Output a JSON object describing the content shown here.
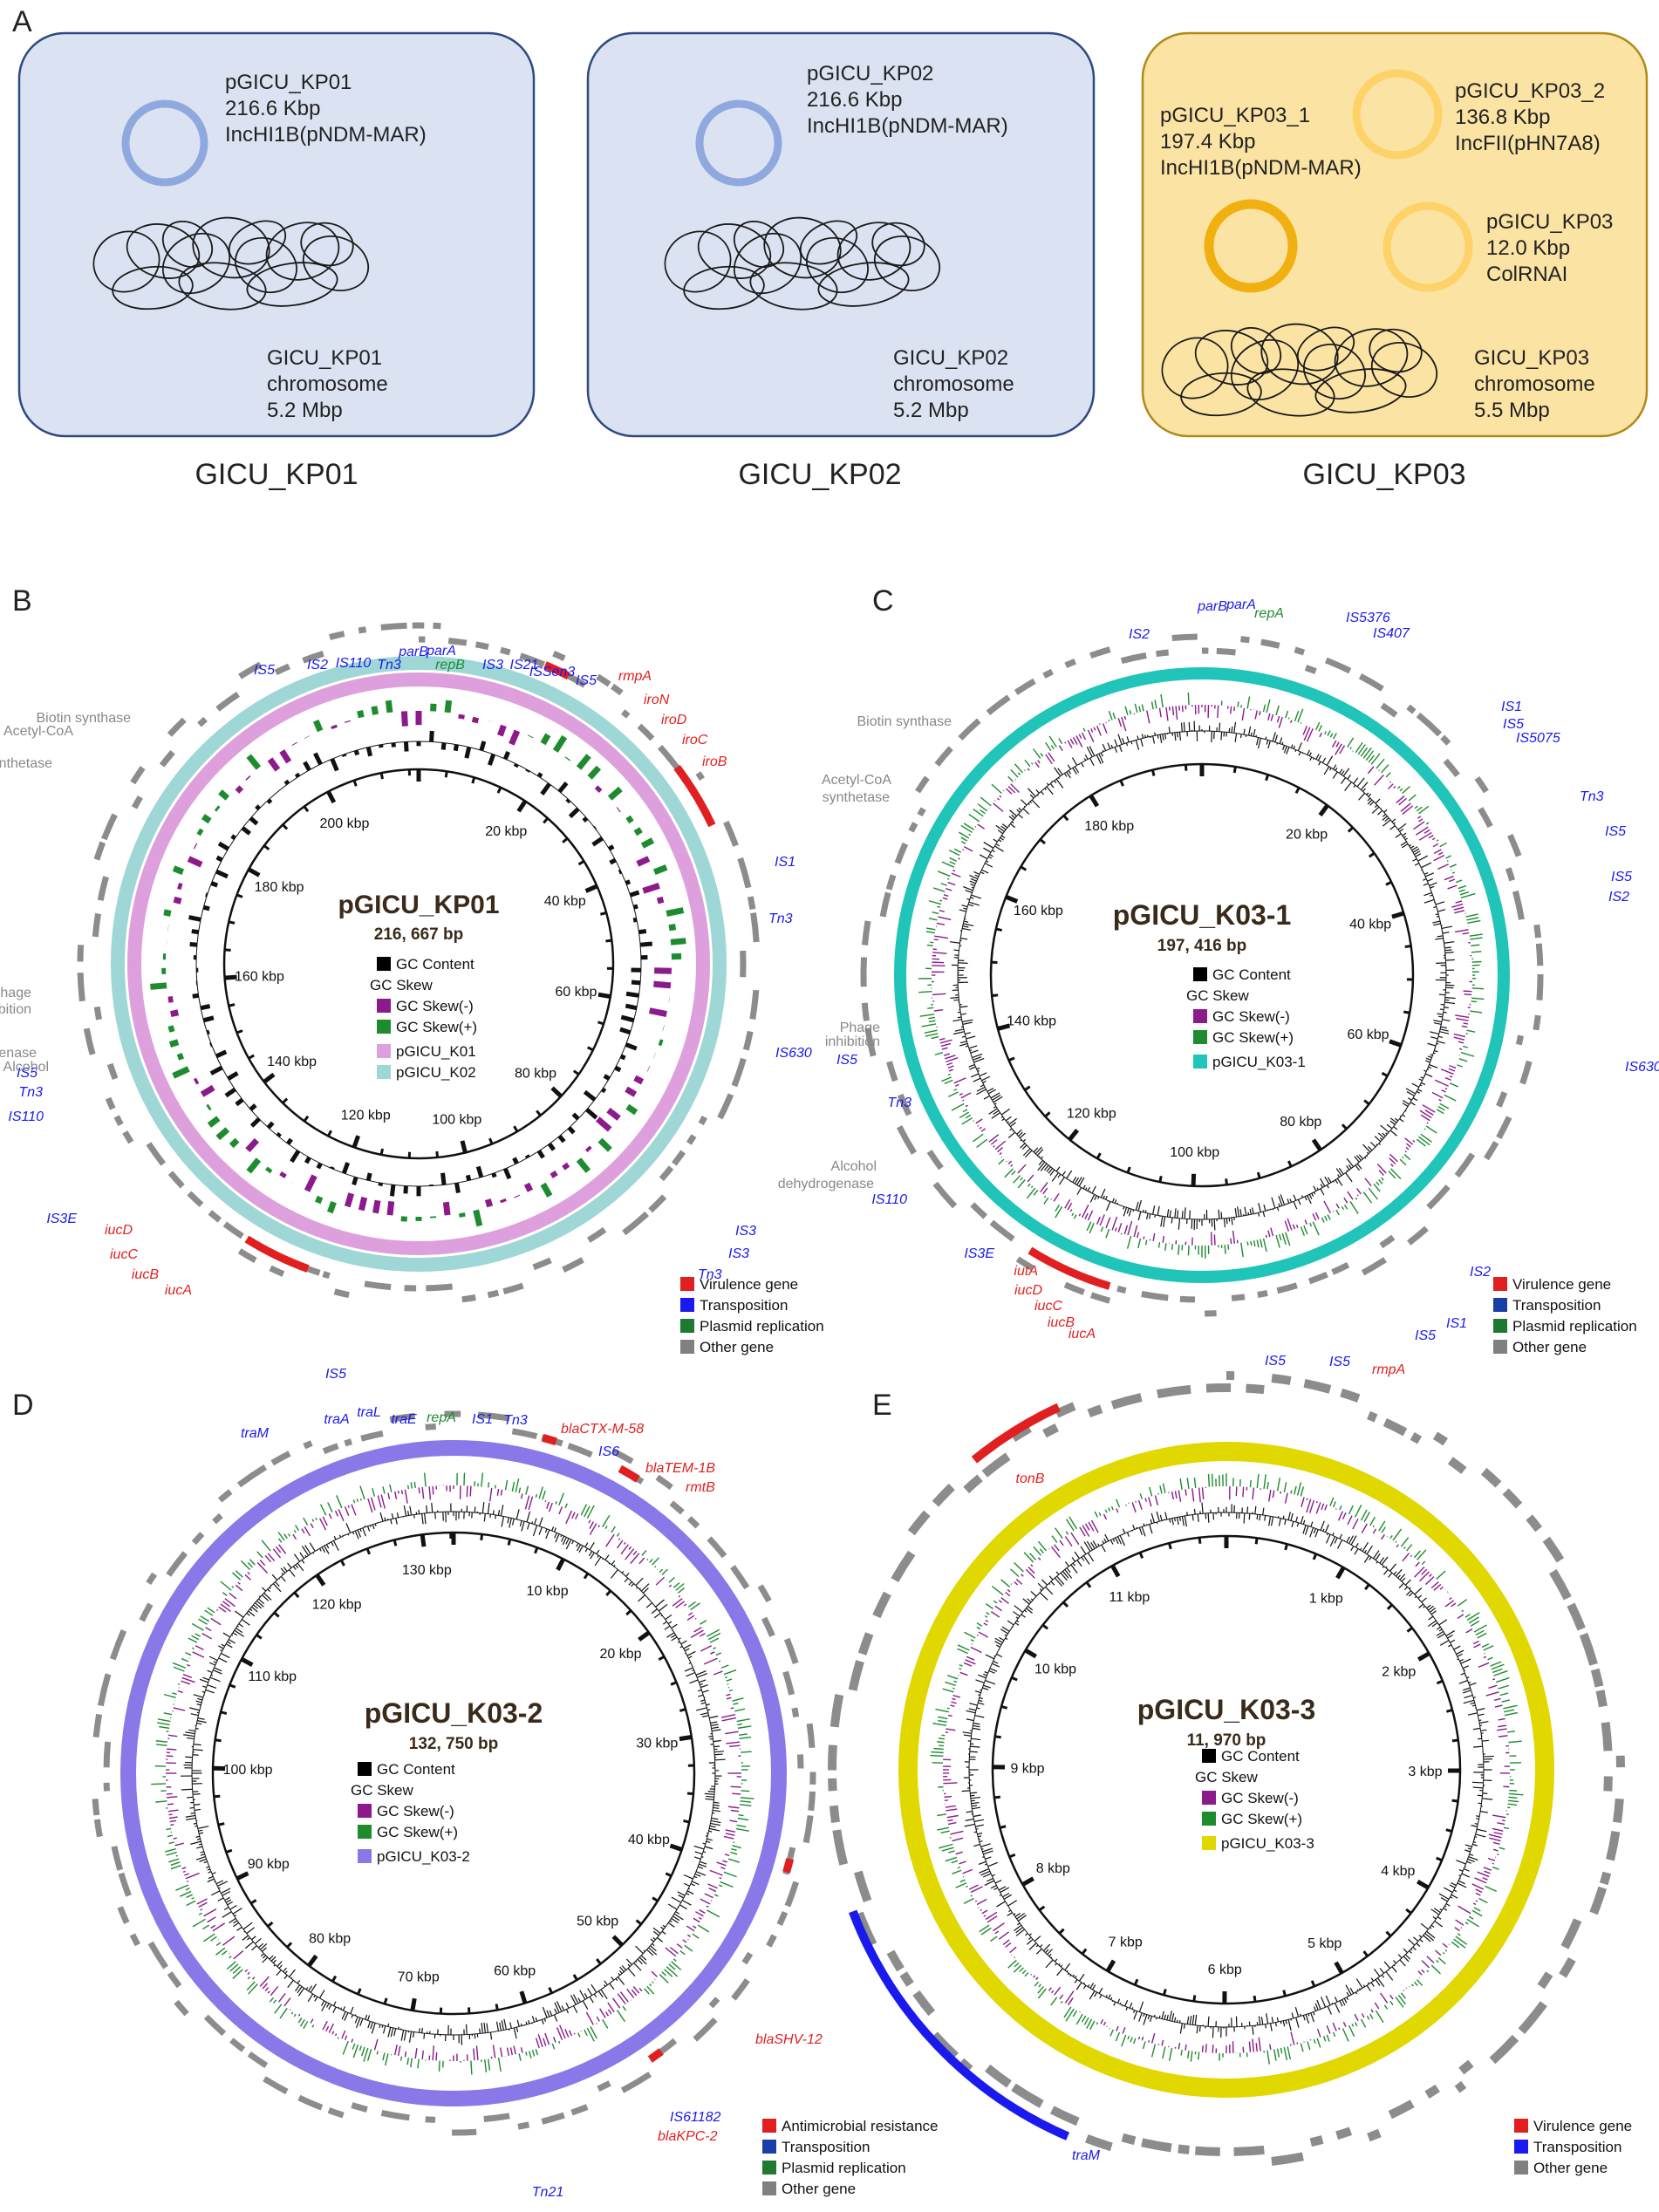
{
  "panel_a": {
    "letter": "A",
    "boxes": [
      {
        "plasmids": [
          {
            "name": "pGICU_KP01",
            "size": "216.6 Kbp",
            "inc": "IncHI1B(pNDM-MAR)"
          }
        ],
        "chromosome": {
          "name": "GICU_KP01",
          "label": "chromosome",
          "size": "5.2 Mbp"
        },
        "caption": "GICU_KP01"
      },
      {
        "plasmids": [
          {
            "name": "pGICU_KP02",
            "size": "216.6 Kbp",
            "inc": "IncHI1B(pNDM-MAR)"
          }
        ],
        "chromosome": {
          "name": "GICU_KP02",
          "label": "chromosome",
          "size": "5.2 Mbp"
        },
        "caption": "GICU_KP02"
      },
      {
        "plasmids": [
          {
            "name": "pGICU_KP03_1",
            "size": "197.4 Kbp",
            "inc": "IncHI1B(pNDM-MAR)"
          },
          {
            "name": "pGICU_KP03_2",
            "size": "136.8 Kbp",
            "inc": "IncFII(pHN7A8)"
          },
          {
            "name": "pGICU_KP03",
            "size": "12.0 Kbp",
            "inc": "ColRNAI"
          }
        ],
        "chromosome": {
          "name": "GICU_KP03",
          "label": "chromosome",
          "size": "5.5 Mbp"
        },
        "caption": "GICU_KP03"
      }
    ]
  },
  "maps": {
    "B": {
      "letter": "B",
      "title": "pGICU_KP01",
      "subtitle": "216, 667 bp",
      "total_kbp": 216.667,
      "tick_labels": [
        "20 kbp",
        "40 kbp",
        "60 kbp",
        "80 kbp",
        "100 kbp",
        "120 kbp",
        "140 kbp",
        "160 kbp",
        "180 kbp",
        "200 kbp"
      ],
      "tick_values": [
        20,
        40,
        60,
        80,
        100,
        120,
        140,
        160,
        180,
        200
      ],
      "legend_items": [
        "GC Content",
        "GC Skew",
        "GC Skew(-)",
        "GC Skew(+)",
        "pGICU_K01",
        "pGICU_K02"
      ],
      "legend_colors": [
        "#000000",
        "none",
        "#8b1a8b",
        "#1e8c2e",
        "#dda0dd",
        "#9fd6d6"
      ],
      "feature_legend": [
        "Virulence gene",
        "Transposition",
        "Plasmid replication",
        "Other gene"
      ],
      "feature_colors": [
        "#e02020",
        "#1a1aee",
        "#1e7a30",
        "#808080"
      ],
      "gene_labels": [
        {
          "text": "IS5",
          "color": "#1a1aee"
        },
        {
          "text": "IS2",
          "color": "#1a1aee"
        },
        {
          "text": "IS110",
          "color": "#1a1aee"
        },
        {
          "text": "Tn3",
          "color": "#1a1aee"
        },
        {
          "text": "parB",
          "color": "#1a1aee"
        },
        {
          "text": "parA",
          "color": "#1a1aee"
        },
        {
          "text": "repB",
          "color": "#1e8c2e"
        },
        {
          "text": "IS3",
          "color": "#1a1aee"
        },
        {
          "text": "IS21",
          "color": "#1a1aee"
        },
        {
          "text": "ISSen3",
          "color": "#1a1aee"
        },
        {
          "text": "IS5",
          "color": "#1a1aee"
        },
        {
          "text": "rmpA",
          "color": "#e02020"
        },
        {
          "text": "iroN",
          "color": "#e02020"
        },
        {
          "text": "iroD",
          "color": "#e02020"
        },
        {
          "text": "iroC",
          "color": "#e02020"
        },
        {
          "text": "iroB",
          "color": "#e02020"
        },
        {
          "text": "IS1",
          "color": "#1a1aee"
        },
        {
          "text": "Tn3",
          "color": "#1a1aee"
        },
        {
          "text": "IS630",
          "color": "#1a1aee"
        },
        {
          "text": "IS3",
          "color": "#1a1aee"
        },
        {
          "text": "IS3",
          "color": "#1a1aee"
        },
        {
          "text": "Tn3",
          "color": "#1a1aee"
        },
        {
          "text": "IS5",
          "color": "#1a1aee"
        },
        {
          "text": "iucA",
          "color": "#e02020"
        },
        {
          "text": "iucB",
          "color": "#e02020"
        },
        {
          "text": "iucC",
          "color": "#e02020"
        },
        {
          "text": "iucD",
          "color": "#e02020"
        },
        {
          "text": "IS3E",
          "color": "#1a1aee"
        },
        {
          "text": "IS110",
          "color": "#1a1aee"
        },
        {
          "text": "Tn3",
          "color": "#1a1aee"
        },
        {
          "text": "IS5",
          "color": "#1a1aee"
        },
        {
          "text": "Alcohol",
          "color": "#888888"
        },
        {
          "text": "dehydrogenase",
          "color": "#888888"
        },
        {
          "text": "Phage",
          "color": "#888888"
        },
        {
          "text": "inhibition",
          "color": "#888888"
        },
        {
          "text": "Acetyl-CoA",
          "color": "#888888"
        },
        {
          "text": "synthetase",
          "color": "#888888"
        },
        {
          "text": "Biotin synthase",
          "color": "#888888"
        }
      ]
    },
    "C": {
      "letter": "C",
      "title": "pGICU_K03-1",
      "subtitle": "197, 416 bp",
      "total_kbp": 197.416,
      "tick_labels": [
        "20 kbp",
        "40 kbp",
        "60 kbp",
        "80 kbp",
        "100 kbp",
        "120 kbp",
        "140 kbp",
        "160 kbp",
        "180 kbp"
      ],
      "tick_values": [
        20,
        40,
        60,
        80,
        100,
        120,
        140,
        160,
        180
      ],
      "legend_items": [
        "GC Content",
        "GC Skew",
        "GC Skew(-)",
        "GC Skew(+)",
        "pGICU_K03-1"
      ],
      "legend_colors": [
        "#000000",
        "none",
        "#8b1a8b",
        "#1e8c2e",
        "#20c4b8"
      ],
      "feature_legend": [
        "Virulence gene",
        "Transposition",
        "Plasmid replication",
        "Other gene"
      ],
      "feature_colors": [
        "#e02020",
        "#1a3ea8",
        "#1e7a30",
        "#808080"
      ],
      "gene_labels": [
        {
          "text": "IS2",
          "color": "#1a1aee"
        },
        {
          "text": "parB",
          "color": "#1a1aee"
        },
        {
          "text": "parA",
          "color": "#1a1aee"
        },
        {
          "text": "repA",
          "color": "#1e8c2e"
        },
        {
          "text": "IS5376",
          "color": "#1a1aee"
        },
        {
          "text": "IS407",
          "color": "#1a1aee"
        },
        {
          "text": "IS1",
          "color": "#1a1aee"
        },
        {
          "text": "IS5",
          "color": "#1a1aee"
        },
        {
          "text": "IS5075",
          "color": "#1a1aee"
        },
        {
          "text": "Tn3",
          "color": "#1a1aee"
        },
        {
          "text": "IS5",
          "color": "#1a1aee"
        },
        {
          "text": "IS5",
          "color": "#1a1aee"
        },
        {
          "text": "IS2",
          "color": "#1a1aee"
        },
        {
          "text": "IS630",
          "color": "#1a1aee"
        },
        {
          "text": "IS2",
          "color": "#1a1aee"
        },
        {
          "text": "IS1",
          "color": "#1a1aee"
        },
        {
          "text": "IS5",
          "color": "#1a1aee"
        },
        {
          "text": "rmpA",
          "color": "#e02020"
        },
        {
          "text": "IS5",
          "color": "#1a1aee"
        },
        {
          "text": "IS5",
          "color": "#1a1aee"
        },
        {
          "text": "iucA",
          "color": "#e02020"
        },
        {
          "text": "iucB",
          "color": "#e02020"
        },
        {
          "text": "iucC",
          "color": "#e02020"
        },
        {
          "text": "iucD",
          "color": "#e02020"
        },
        {
          "text": "iutA",
          "color": "#e02020"
        },
        {
          "text": "IS3E",
          "color": "#1a1aee"
        },
        {
          "text": "IS110",
          "color": "#1a1aee"
        },
        {
          "text": "Alcohol",
          "color": "#888888"
        },
        {
          "text": "dehydrogenase",
          "color": "#888888"
        },
        {
          "text": "Tn3",
          "color": "#1a1aee"
        },
        {
          "text": "IS5",
          "color": "#1a1aee"
        },
        {
          "text": "Phage",
          "color": "#888888"
        },
        {
          "text": "inhibition",
          "color": "#888888"
        },
        {
          "text": "Acetyl-CoA",
          "color": "#888888"
        },
        {
          "text": "synthetase",
          "color": "#888888"
        },
        {
          "text": "Biotin synthase",
          "color": "#888888"
        }
      ]
    },
    "D": {
      "letter": "D",
      "title": "pGICU_K03-2",
      "subtitle": "132, 750 bp",
      "total_kbp": 132.75,
      "tick_labels": [
        "10 kbp",
        "20 kbp",
        "30 kbp",
        "40 kbp",
        "50 kbp",
        "60 kbp",
        "70 kbp",
        "80 kbp",
        "90 kbp",
        "100 kbp",
        "110 kbp",
        "120 kbp",
        "130 kbp"
      ],
      "tick_values": [
        10,
        20,
        30,
        40,
        50,
        60,
        70,
        80,
        90,
        100,
        110,
        120,
        130
      ],
      "legend_items": [
        "GC Content",
        "GC Skew",
        "GC Skew(-)",
        "GC Skew(+)",
        "pGICU_K03-2"
      ],
      "legend_colors": [
        "#000000",
        "none",
        "#8b1a8b",
        "#1e8c2e",
        "#8878e8"
      ],
      "feature_legend": [
        "Antimicrobial resistance",
        "Transposition",
        "Plasmid replication",
        "Other gene"
      ],
      "feature_colors": [
        "#e02020",
        "#1a3ea8",
        "#1e7a30",
        "#808080"
      ],
      "gene_labels": [
        {
          "text": "traM",
          "color": "#1a1aee"
        },
        {
          "text": "traA",
          "color": "#1a1aee"
        },
        {
          "text": "traL",
          "color": "#1a1aee"
        },
        {
          "text": "traE",
          "color": "#1a1aee"
        },
        {
          "text": "repA",
          "color": "#1e8c2e"
        },
        {
          "text": "IS1",
          "color": "#1a1aee"
        },
        {
          "text": "Tn3",
          "color": "#1a1aee"
        },
        {
          "text": "blaCTX-M-58",
          "color": "#e02020"
        },
        {
          "text": "IS6",
          "color": "#1a1aee"
        },
        {
          "text": "blaTEM-1B",
          "color": "#e02020"
        },
        {
          "text": "rmtB",
          "color": "#e02020"
        },
        {
          "text": "blaSHV-12",
          "color": "#e02020"
        },
        {
          "text": "IS61182",
          "color": "#1a1aee"
        },
        {
          "text": "blaKPC-2",
          "color": "#e02020"
        },
        {
          "text": "Tn21",
          "color": "#1a1aee"
        }
      ]
    },
    "E": {
      "letter": "E",
      "title": "pGICU_K03-3",
      "subtitle": "11, 970 bp",
      "total_kbp": 11.97,
      "tick_labels": [
        "1 kbp",
        "2 kbp",
        "3 kbp",
        "4 kbp",
        "5 kbp",
        "6 kbp",
        "7 kbp",
        "8 kbp",
        "9 kbp",
        "10 kbp",
        "11 kbp"
      ],
      "tick_values": [
        1,
        2,
        3,
        4,
        5,
        6,
        7,
        8,
        9,
        10,
        11
      ],
      "legend_items": [
        "GC Content",
        "GC Skew",
        "GC Skew(-)",
        "GC Skew(+)",
        "pGICU_K03-3"
      ],
      "legend_colors": [
        "#000000",
        "none",
        "#8b1a8b",
        "#1e8c2e",
        "#e0d800"
      ],
      "feature_legend": [
        "Virulence gene",
        "Transposition",
        "Other gene"
      ],
      "feature_colors": [
        "#e02020",
        "#1a1aee",
        "#808080"
      ],
      "gene_labels": [
        {
          "text": "tonB",
          "color": "#e02020"
        },
        {
          "text": "traM",
          "color": "#1a1aee"
        }
      ]
    }
  }
}
